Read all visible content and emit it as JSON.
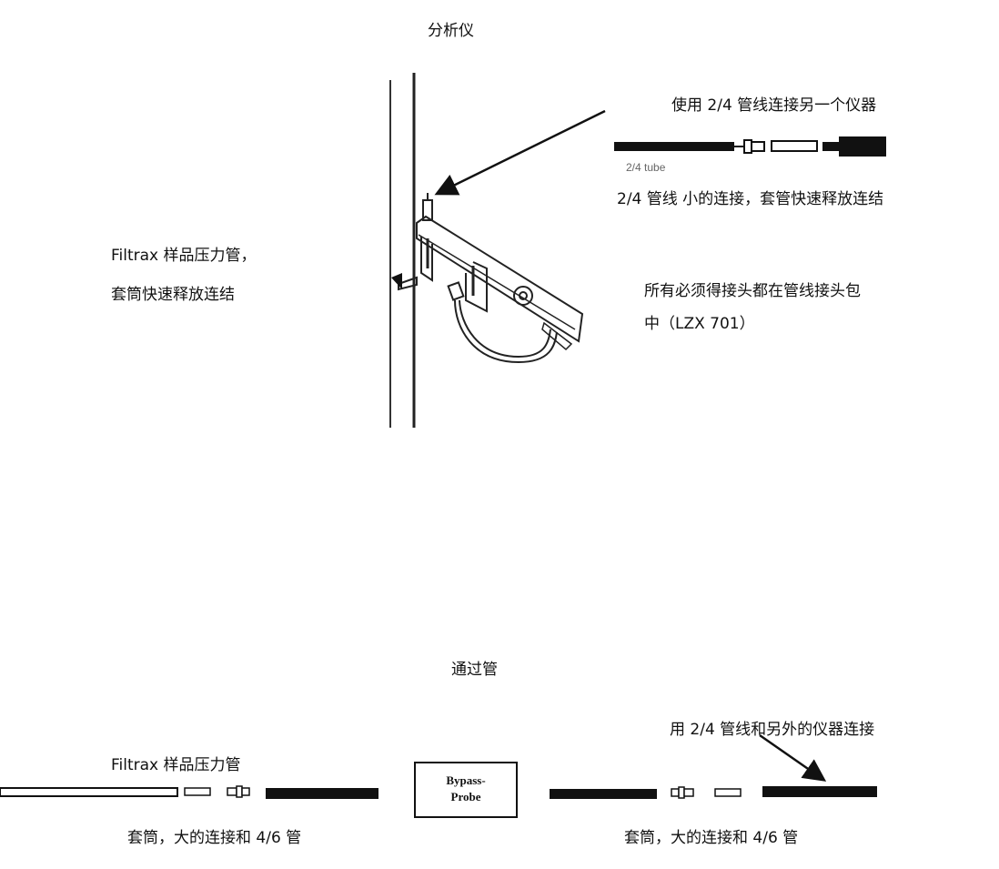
{
  "top": {
    "title": "分析仪",
    "connect_other": "使用 2/4 管线连接另一个仪器",
    "tube_caption": "2/4 tube",
    "small_connection": "2/4 管线  小的连接，套管快速释放连结",
    "filtrax_tube_line1": "Filtrax 样品压力管，",
    "filtrax_tube_line2": "套筒快速释放连结",
    "fittings_line1": "所有必须得接头都在管线接头包",
    "fittings_line2": "中（LZX 701）"
  },
  "bottom": {
    "title": "通过管",
    "connect_other": "用 2/4 管线和另外的仪器连接",
    "filtrax_tube": "Filtrax 样品压力管",
    "bypass_box_line1": "Bypass-",
    "bypass_box_line2": "Probe",
    "left_caption": "套筒，大的连接和 4/6 管",
    "right_caption": "套筒，大的连接和 4/6 管"
  }
}
